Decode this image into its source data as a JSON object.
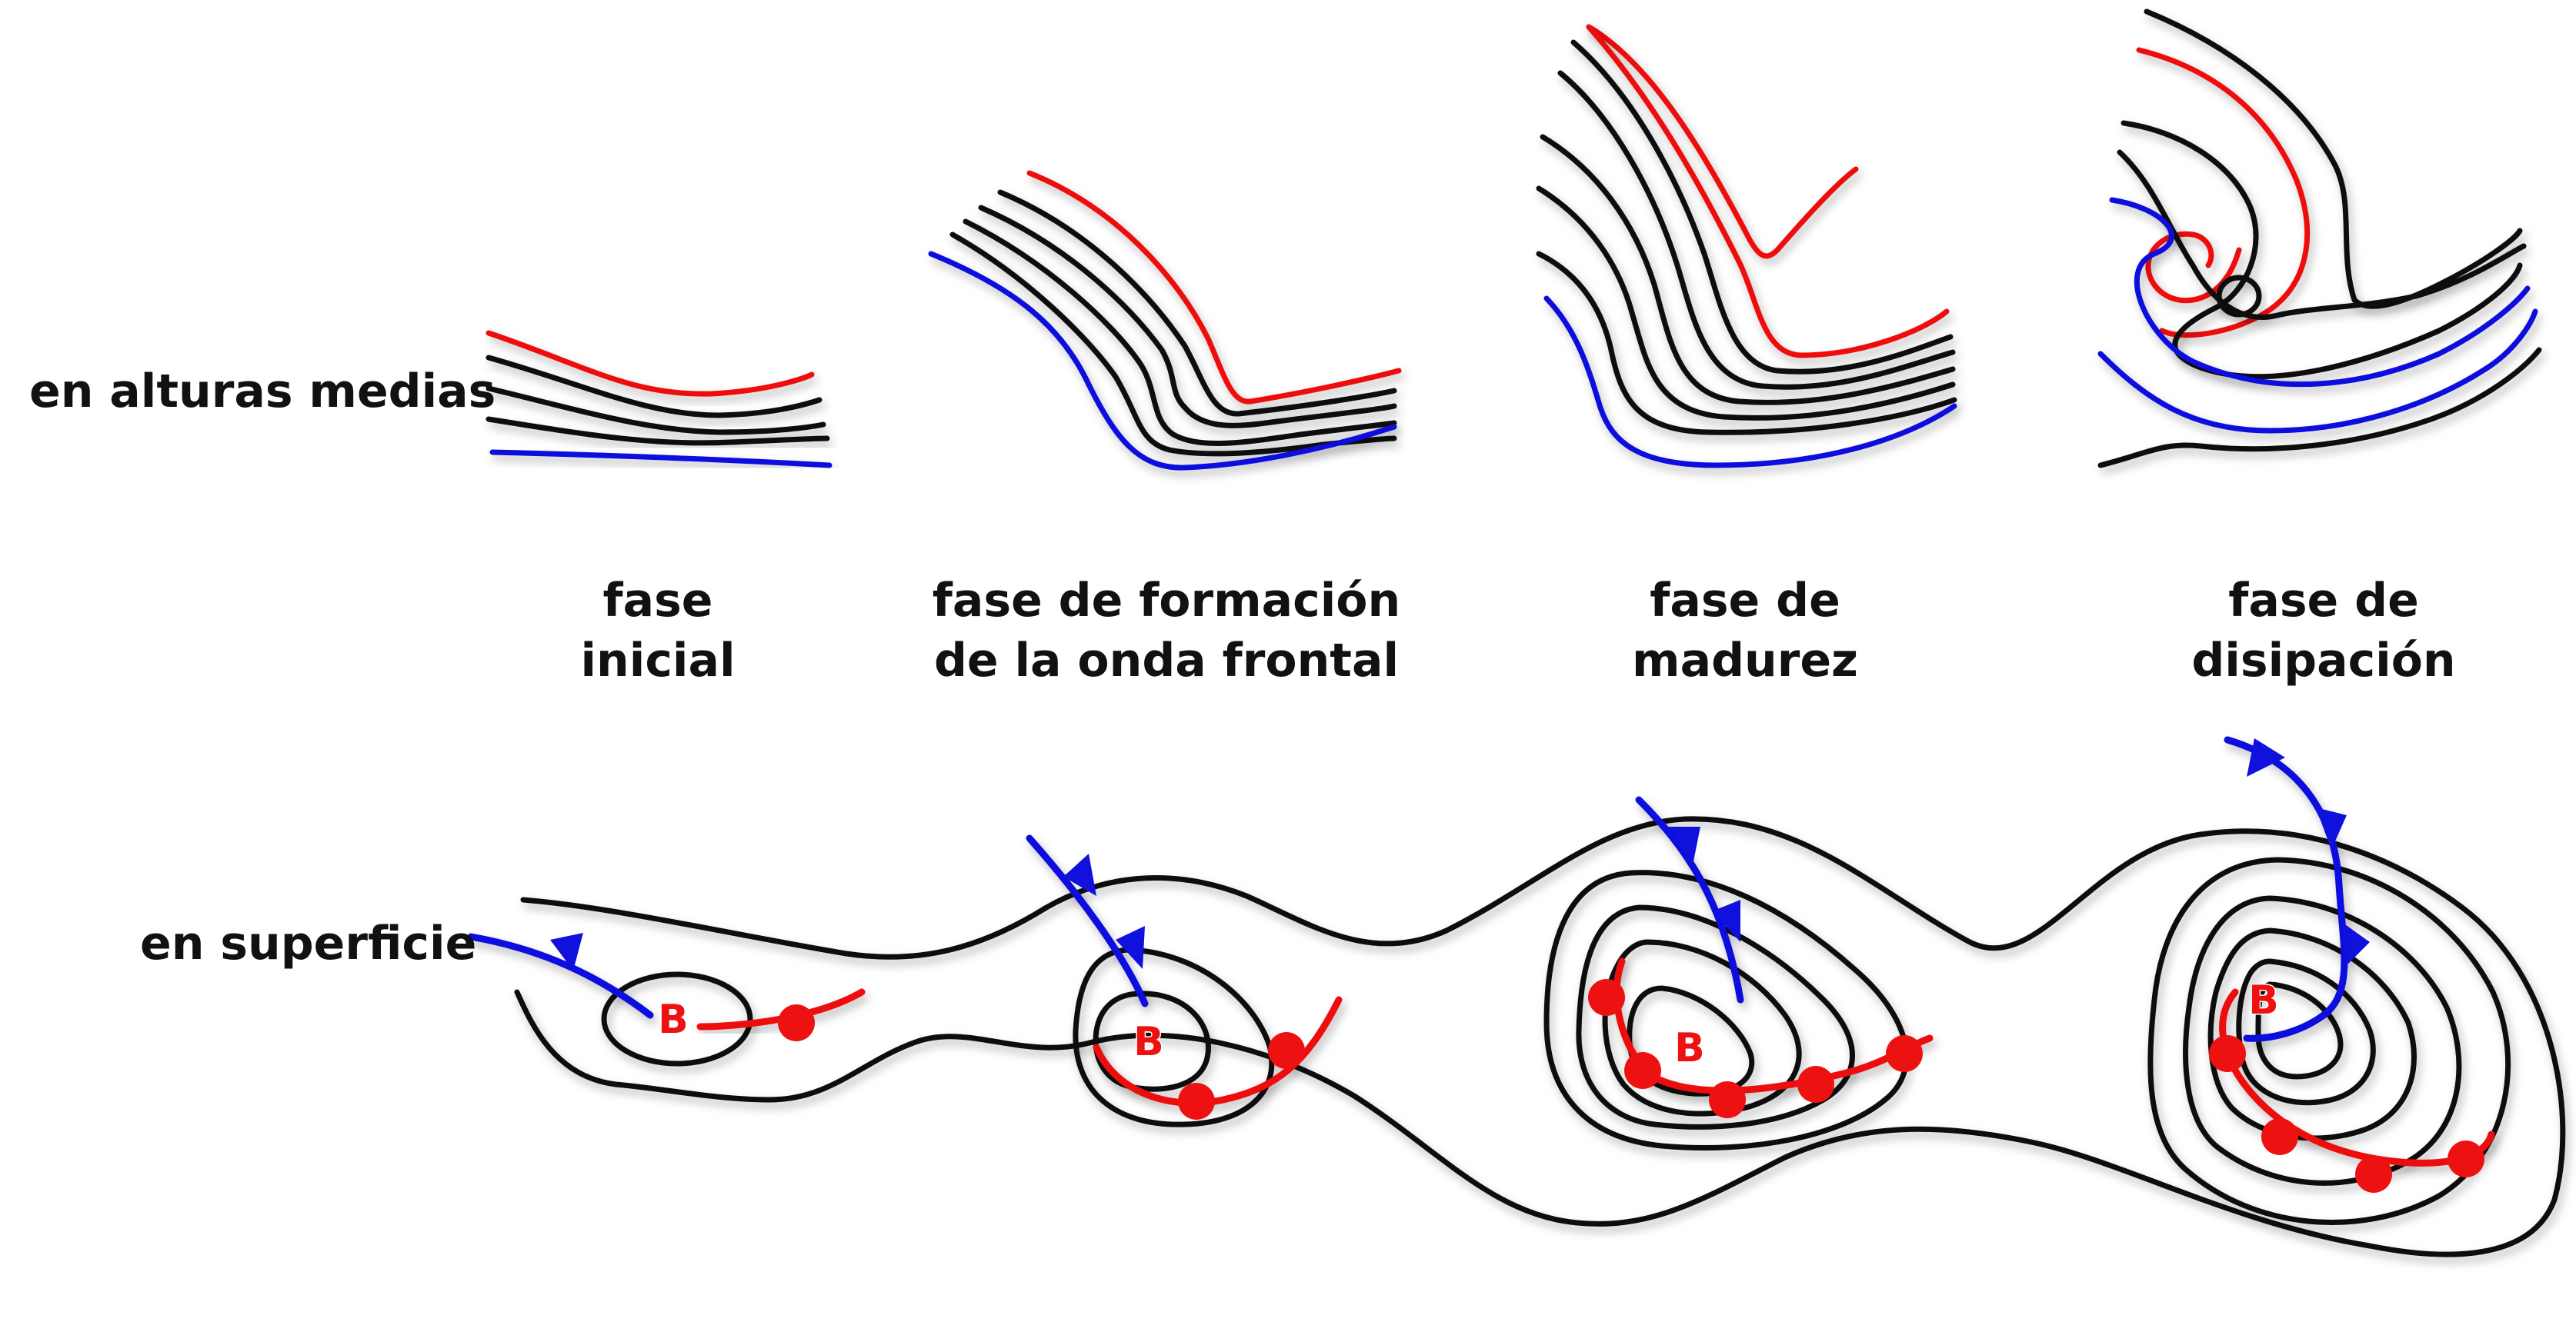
{
  "row_labels": {
    "upper": "en alturas medias",
    "surface": "en superficie"
  },
  "phases": [
    {
      "line1": "fase",
      "line2": "inicial"
    },
    {
      "line1": "fase de formación",
      "line2": "de la onda frontal"
    },
    {
      "line1": "fase de",
      "line2": "madurez"
    },
    {
      "line1": "fase de",
      "line2": "disipación"
    }
  ],
  "low_pressure_symbol": "B",
  "colors": {
    "contour": "#111111",
    "warm": "#ee1111",
    "cold": "#1111dd"
  }
}
